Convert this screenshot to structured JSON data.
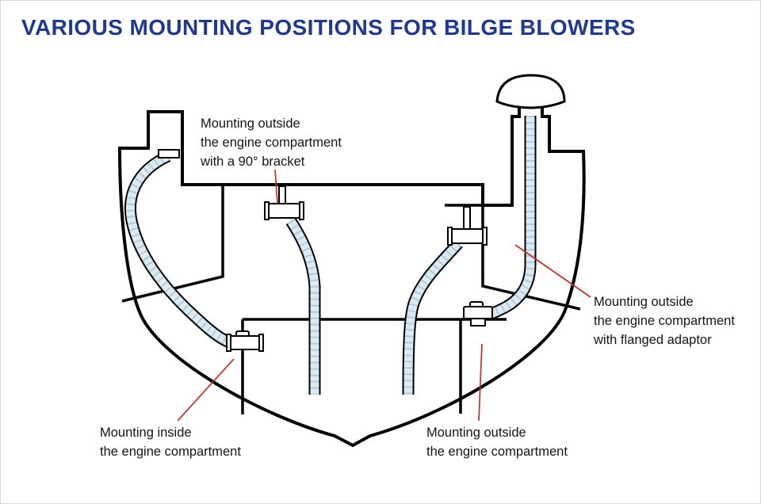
{
  "title": "VARIOUS MOUNTING POSITIONS FOR BILGE BLOWERS",
  "labels": {
    "bracket": {
      "lines": [
        "Mounting outside",
        "the engine compartment",
        "with a 90° bracket"
      ]
    },
    "flanged": {
      "lines": [
        "Mounting outside",
        "the engine compartment",
        "with flanged adaptor"
      ]
    },
    "inside": {
      "lines": [
        "Mounting inside",
        "the engine compartment"
      ]
    },
    "outside_bottom": {
      "lines": [
        "Mounting outside",
        "the engine compartment"
      ]
    }
  },
  "colors": {
    "title_blue": "#20398f",
    "leader_red": "#c03028",
    "hose_fill": "#dcebf3",
    "hose_rib": "#8fb3c4",
    "line_black": "#000000"
  }
}
